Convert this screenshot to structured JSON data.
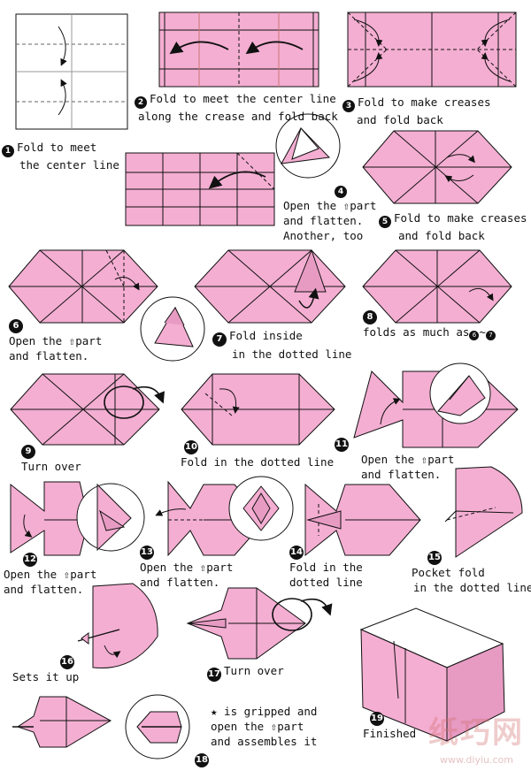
{
  "colors": {
    "paper": "#f4aed2",
    "paper_dark": "#e79bc3",
    "outline": "#111111",
    "watermark": "#d26e6e"
  },
  "steps": [
    {
      "num": "1",
      "lines": [
        "Fold to meet",
        "the center line"
      ]
    },
    {
      "num": "2",
      "lines": [
        "Fold to meet the center line",
        "along the crease and fold back"
      ]
    },
    {
      "num": "3",
      "lines": [
        "Fold to make creases",
        "and fold back"
      ]
    },
    {
      "num": "4",
      "lines": [
        "Open the ⇧part",
        "and flatten.",
        "Another, too"
      ]
    },
    {
      "num": "5",
      "lines": [
        "Fold to make creases",
        "and fold back"
      ]
    },
    {
      "num": "6",
      "lines": [
        "Open the ⇧part",
        "and flatten."
      ]
    },
    {
      "num": "7",
      "lines": [
        "Fold inside",
        "in the dotted line"
      ]
    },
    {
      "num": "8",
      "lines": [
        "folds as much as"
      ],
      "range_from": "6",
      "range_sep": "~",
      "range_to": "7"
    },
    {
      "num": "9",
      "lines": [
        "Turn over"
      ]
    },
    {
      "num": "10",
      "lines": [
        "Fold in the dotted line"
      ]
    },
    {
      "num": "11",
      "lines": [
        "Open the ⇧part",
        "and flatten."
      ]
    },
    {
      "num": "12",
      "lines": [
        "Open the ⇧part",
        "and flatten."
      ]
    },
    {
      "num": "13",
      "lines": [
        "Open the ⇧part",
        "and flatten."
      ]
    },
    {
      "num": "14",
      "lines": [
        "Fold in the",
        "dotted line"
      ]
    },
    {
      "num": "15",
      "lines": [
        "Pocket fold",
        "in the dotted line"
      ]
    },
    {
      "num": "16",
      "lines": [
        "Sets it up"
      ]
    },
    {
      "num": "17",
      "lines": [
        "Turn over"
      ]
    },
    {
      "num": "18",
      "lines": [
        "★ is gripped and",
        "open the ⇧part",
        "and assembles it"
      ]
    },
    {
      "num": "19",
      "lines": [
        "Finished"
      ]
    }
  ],
  "watermark": {
    "brand": "纸巧网",
    "url": "www.diyiu.com"
  }
}
